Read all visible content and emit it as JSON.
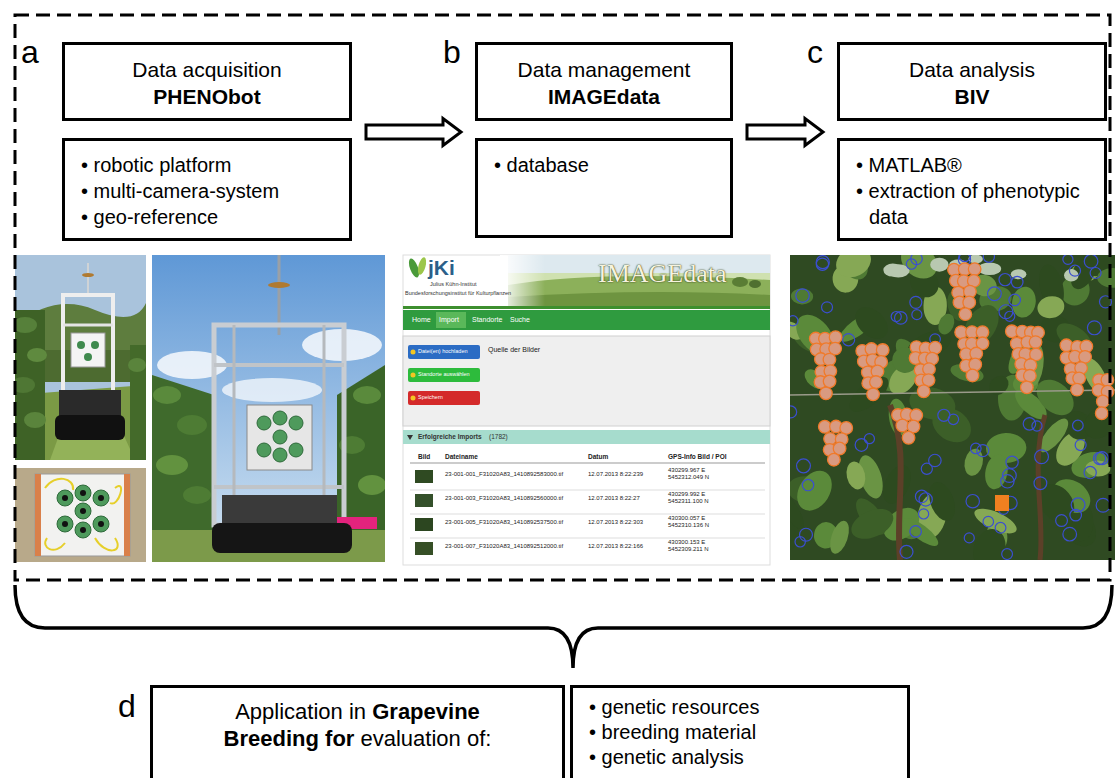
{
  "diagram": {
    "nodes": [
      {
        "text": [
          "Data acquisition",
          "PHENObot"
        ]
      },
      {
        "text": [
          "• robotic platform",
          "• multi-camera-system",
          "• geo-reference"
        ]
      },
      {
        "text": [
          "Data management",
          "IMAGEdata"
        ]
      },
      {
        "text": [
          "• database"
        ]
      },
      {
        "text": [
          "Data analysis",
          "BIV"
        ]
      },
      {
        "text": [
          "• MATLAB®",
          "• extraction of phenotypic data"
        ]
      },
      {
        "text": [
          "Application in Grapevine Breeding for evaluation of:"
        ]
      },
      {
        "text": [
          "• genetic resources",
          "• breeding material",
          "• genetic analysis"
        ]
      }
    ],
    "edges": [
      {
        "from": 0,
        "to": 2,
        "arrow": "to"
      },
      {
        "from": 2,
        "to": 4,
        "arrow": "to"
      }
    ],
    "labels": [
      "a",
      "b",
      "c",
      "d",
      "jKi",
      "Julius Kühn-Institut",
      "Bundesforschungsinstitut für Kulturpflanzen",
      "IMAGEdata",
      "Home",
      "Import",
      "Standorte",
      "Suche",
      "Datei(en) hochladen",
      "Standorte auswählen",
      "Speichern",
      "Quelle der Bilder",
      "Erfolgreiche Imports",
      "(1782)",
      "Bild",
      "Dateiname",
      "Datum",
      "GPS-Info Bild / POI",
      "23-001-001_F31020A83_1410892583000.tif",
      "12.07.2013 8:22:239",
      "430299.967 E 5452312.049 N",
      "23-001-003_F31020A83_1410892560000.tif",
      "12.07.2013 8:22:27",
      "430299.992 E 5452311.100 N",
      "23-001-005_F31020A83_1410892537500.tif",
      "12.07.2013 8:22:303",
      "430300.057 E 5452310.136 N",
      "23-001-007_F31020A83_1410892512000.tif",
      "12.07.2013 8:22:166",
      "430300.153 E 5452309.211 N"
    ]
  }
}
